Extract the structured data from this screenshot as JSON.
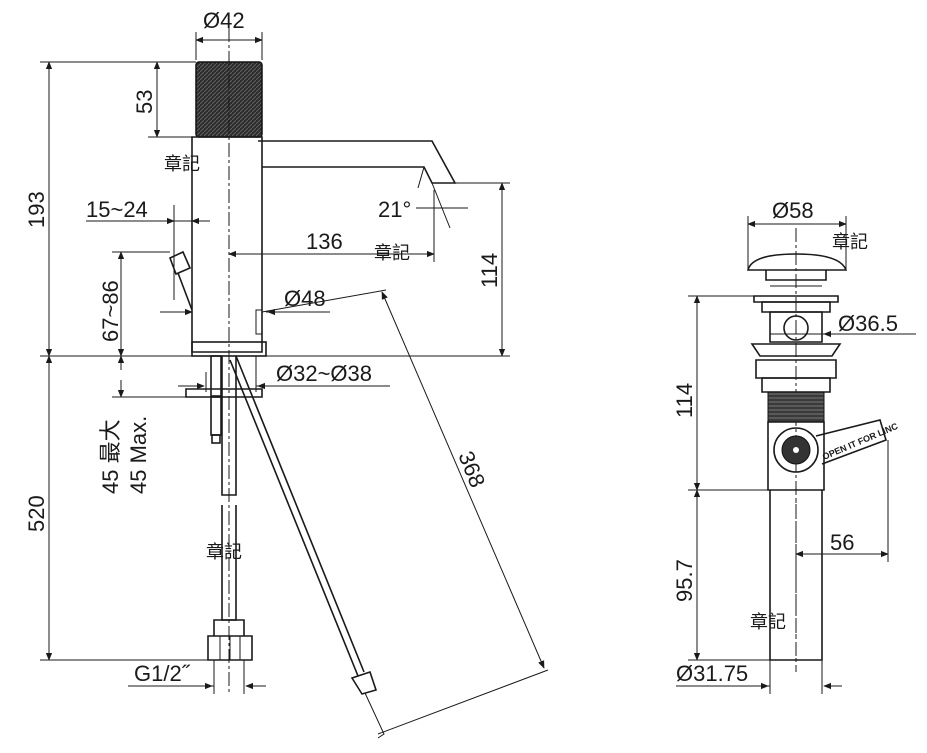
{
  "drawing": {
    "faucet": {
      "d_handle": "Ø42",
      "h_handle": "53",
      "h_total": "193",
      "lever_range": "15~24",
      "angle": "21°",
      "reach": "136",
      "spout_height": "114",
      "rod_range": "67~86",
      "d_body": "Ø48",
      "hole_range": "Ø32~Ø38",
      "max_thickness_cn": "45 最大",
      "max_thickness_en": "45 Max.",
      "below_length": "520",
      "rod_length": "368",
      "thread": "G1/2˝"
    },
    "drain": {
      "d_cap": "Ø58",
      "d_thread": "Ø36.5",
      "height": "114",
      "lever_offset": "56",
      "tail_length": "95.7",
      "d_tail": "Ø31.75",
      "lever_text": "OPEN IT FOR LINC"
    },
    "stamp": "章記"
  }
}
